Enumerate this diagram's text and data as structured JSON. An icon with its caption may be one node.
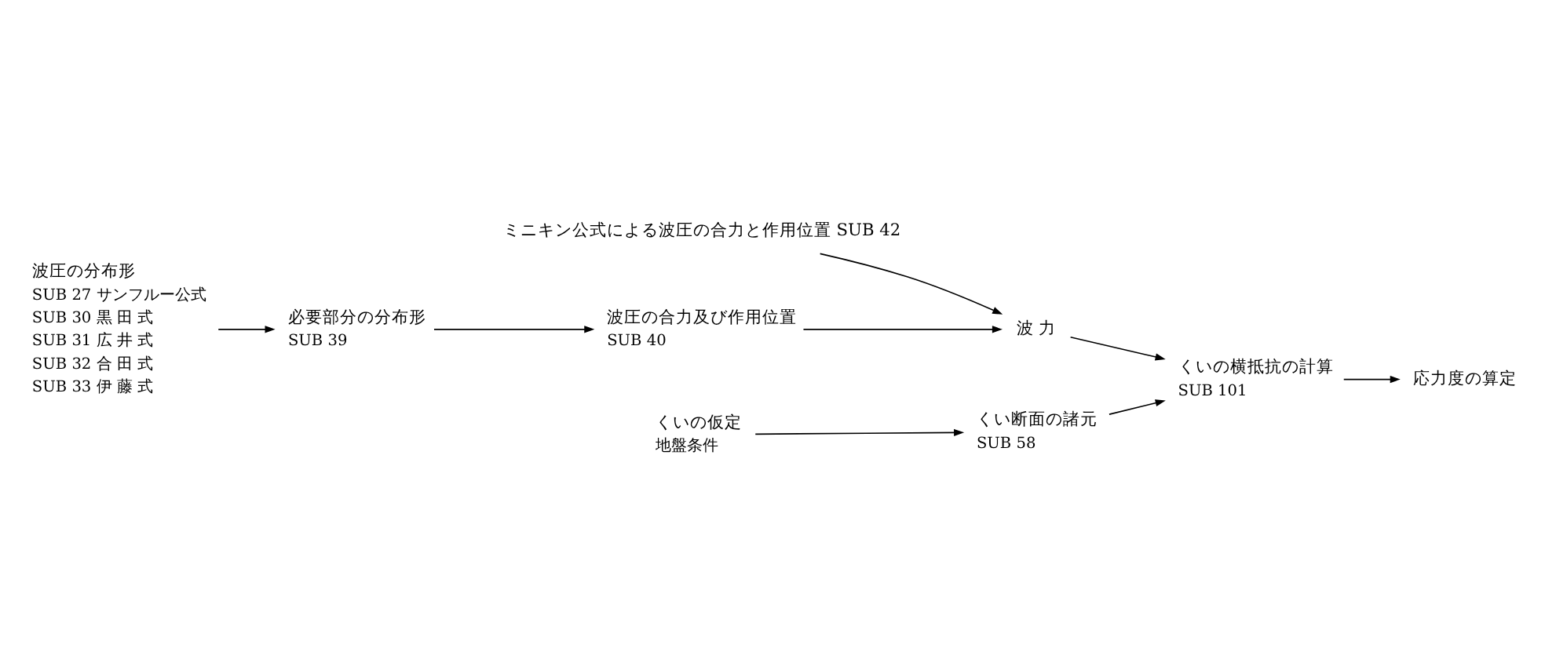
{
  "diagram": {
    "nodes": [
      {
        "text": [
          "ミニキン公式による波圧の合力と作用位置 SUB 42"
        ]
      },
      {
        "text": [
          "波圧の分布形"
        ],
        "beside": [
          "SUB 27 サンフルー公式",
          "SUB 30 黒 田 式",
          "SUB 31 広 井 式",
          "SUB 32 合 田 式",
          "SUB 33 伊 藤 式"
        ]
      },
      {
        "text": [
          "必要部分の分布形"
        ],
        "beside": [
          "SUB 39"
        ]
      },
      {
        "text": [
          "波圧の合力及び作用位置"
        ],
        "beside": [
          "SUB 40"
        ]
      },
      {
        "text": [
          "波 力"
        ]
      },
      {
        "text": [
          "くいの仮定"
        ],
        "beside": [
          "地盤条件"
        ]
      },
      {
        "text": [
          "くい断面の諸元"
        ],
        "beside": [
          "SUB 58"
        ]
      },
      {
        "text": [
          "くいの横抵抗の計算"
        ],
        "beside": [
          "SUB 101"
        ]
      },
      {
        "text": [
          "応力度の算定"
        ]
      }
    ],
    "edges": [
      {
        "from": 1,
        "to": 2,
        "arrow": "to"
      },
      {
        "from": 2,
        "to": 3,
        "arrow": "to"
      },
      {
        "from": 3,
        "to": 4,
        "arrow": "to"
      },
      {
        "from": 0,
        "to": 4,
        "arrow": "to"
      },
      {
        "from": 4,
        "to": 7,
        "arrow": "to"
      },
      {
        "from": 5,
        "to": 6,
        "arrow": "to"
      },
      {
        "from": 6,
        "to": 7,
        "arrow": "to"
      },
      {
        "from": 7,
        "to": 8,
        "arrow": "to"
      }
    ]
  }
}
